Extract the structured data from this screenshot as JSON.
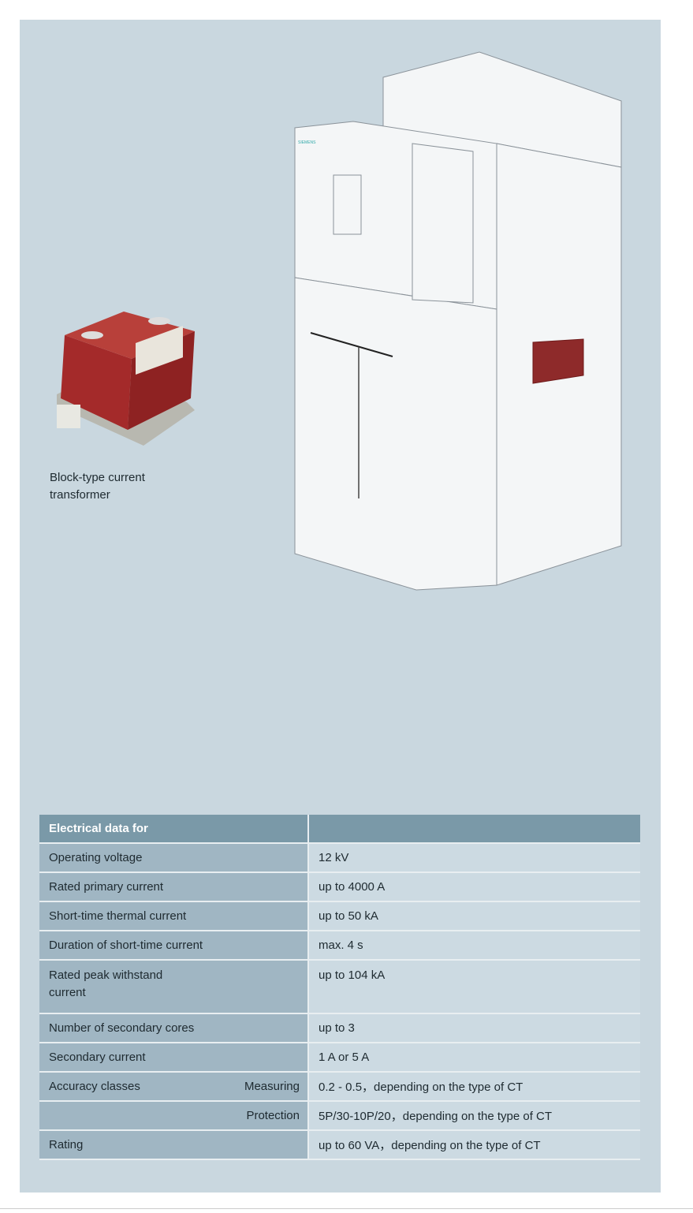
{
  "caption": {
    "line1": "Block-type current",
    "line2": "transformer"
  },
  "table": {
    "header": "Electrical data for",
    "rows": [
      {
        "label": "Operating voltage",
        "value": "12 kV"
      },
      {
        "label": "Rated primary current",
        "value": "up to 4000 A"
      },
      {
        "label": "Short-time thermal current",
        "value": "up to  50 kA"
      },
      {
        "label": "Duration of short-time current",
        "value": "max. 4 s"
      },
      {
        "label": "Rated peak withstand current",
        "value": "up to 104 kA"
      },
      {
        "label": "Number of secondary cores",
        "value": "up to 3"
      },
      {
        "label": "Secondary current",
        "value": "1 A or 5 A"
      },
      {
        "label": "Accuracy classes",
        "sub": "Measuring",
        "value": "0.2 - 0.5，depending on the type of CT"
      },
      {
        "label": "",
        "sub": "Protection",
        "value": "5P/30-10P/20，depending on the type of CT"
      },
      {
        "label": "Rating",
        "value": "up to  60 VA，depending on the type of CT"
      }
    ]
  },
  "colors": {
    "panel": "#c9d7df",
    "header": "#7a99a8",
    "left_col": "#a0b6c3",
    "right_col": "#ccdae2",
    "ct_red": "#9e2a2a"
  }
}
